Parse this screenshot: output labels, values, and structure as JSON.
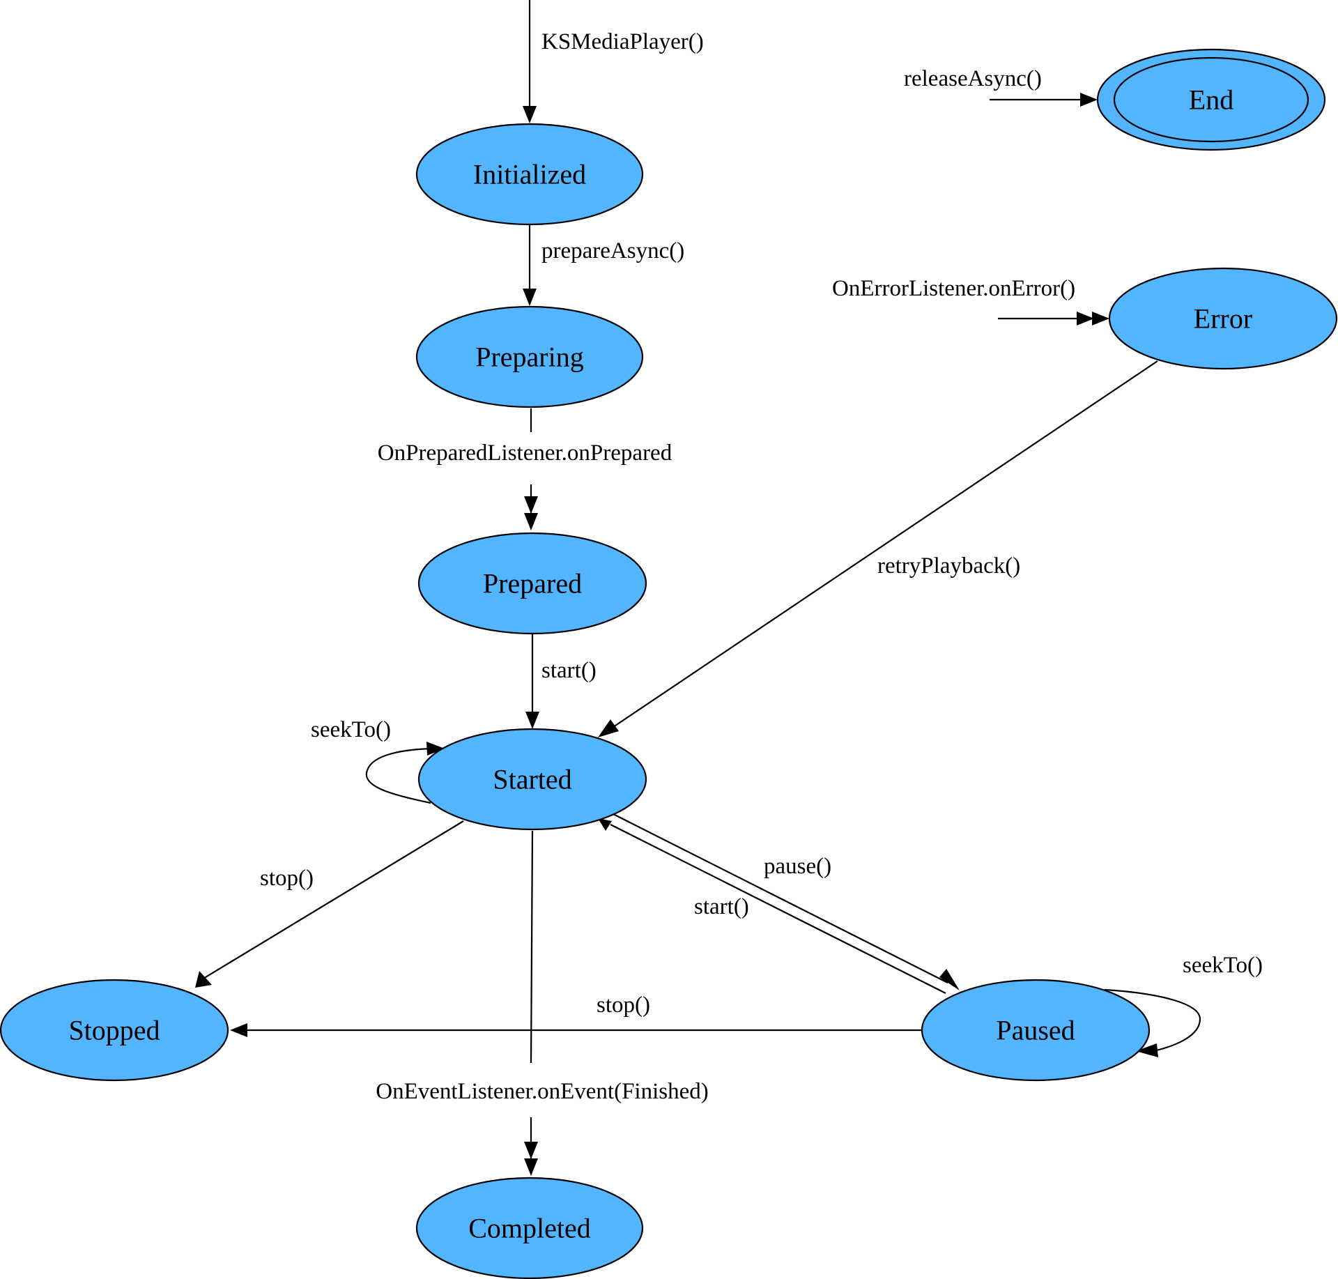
{
  "diagram": {
    "fill_color": "#54b5ff",
    "stroke_color": "#000000",
    "nodes": {
      "initialized": "Initialized",
      "preparing": "Preparing",
      "prepared": "Prepared",
      "started": "Started",
      "stopped": "Stopped",
      "paused": "Paused",
      "completed": "Completed",
      "end": "End",
      "error": "Error"
    },
    "edges": {
      "constructor": "KSMediaPlayer()",
      "prepare_async": "prepareAsync()",
      "on_prepared": "OnPreparedListener.onPrepared",
      "start": "start()",
      "seek_to_started": "seekTo()",
      "stop_from_started": "stop()",
      "pause": "pause()",
      "start_from_paused": "start()",
      "seek_to_paused": "seekTo()",
      "stop_from_paused": "stop()",
      "on_event_finished": "OnEventListener.onEvent(Finished)",
      "release_async": "releaseAsync()",
      "on_error": "OnErrorListener.onError()",
      "retry_playback": "retryPlayback()"
    }
  }
}
